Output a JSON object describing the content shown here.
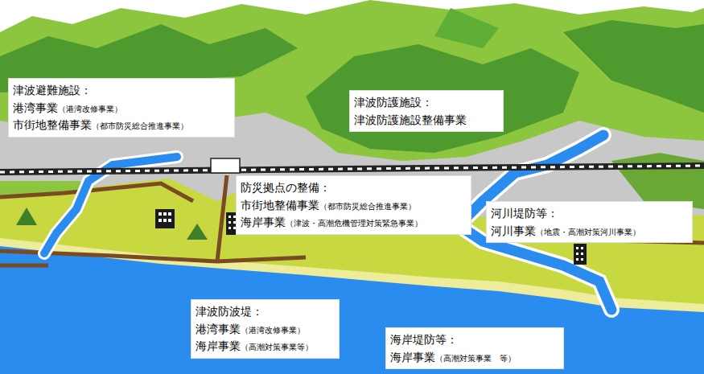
{
  "diagram": {
    "nodes": [
      {
        "text": [
          "津波避難施設：",
          "港湾事業",
          "（港湾改修事業）",
          "市街地整備事業",
          "（都市防災総合推進事業）"
        ]
      },
      {
        "text": [
          "津波防護施設：",
          "津波防護施設整備事業"
        ]
      },
      {
        "text": [
          "防災拠点の整備：",
          "市街地整備事業",
          "（都市防災総合推進事業）",
          "海岸事業",
          "（津波・高潮危機管理対策緊急事業）"
        ]
      },
      {
        "text": [
          "河川堤防等：",
          "河川事業",
          "（地震・高潮対策河川事業）"
        ]
      },
      {
        "text": [
          "津波防波堤：",
          "港湾事業",
          "（港湾改修事業）",
          "海岸事業",
          "（高潮対策事業等）"
        ]
      },
      {
        "text": [
          "海岸堤防等：",
          "海岸事業",
          "（高潮対策事業　等）"
        ]
      }
    ]
  }
}
